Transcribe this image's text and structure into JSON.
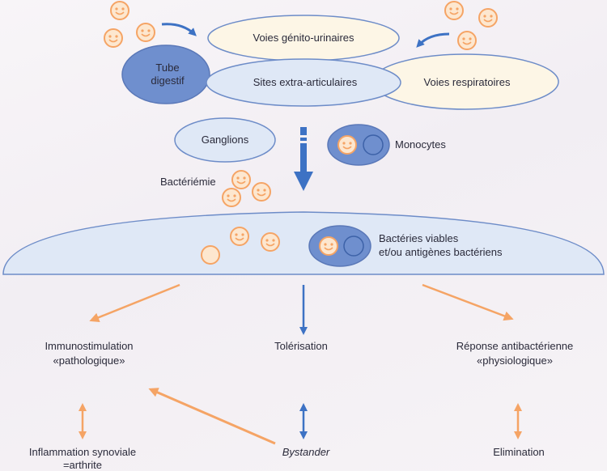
{
  "nodes": {
    "voies_genito": "Voies génito-urinaires",
    "tube_digestif_l1": "Tube",
    "tube_digestif_l2": "digestif",
    "sites_extra": "Sites extra-articulaires",
    "voies_respi": "Voies respiratoires",
    "ganglions": "Ganglions",
    "monocytes": "Monocytes",
    "bacteriemie": "Bactériémie",
    "bacteries_l1": "Bactéries viables",
    "bacteries_l2": "et/ou antigènes bactériens",
    "immuno_l1": "Immunostimulation",
    "immuno_l2": "«pathologique»",
    "tolerisation": "Tolérisation",
    "reponse_l1": "Réponse antibactérienne",
    "reponse_l2": "«physiologique»",
    "inflammation_l1": "Inflammation synoviale",
    "inflammation_l2": "=arthrite",
    "bystander": "Bystander",
    "elimination": "Elimination"
  },
  "colors": {
    "light_blue_fill": "#dfe8f6",
    "dark_blue_fill": "#6f8fce",
    "cream_fill": "#fdf6e6",
    "blue_stroke": "#6d8cc8",
    "blue_arrow": "#3d72c4",
    "orange": "#f5a465",
    "smiley_fill": "#fde7cf"
  }
}
